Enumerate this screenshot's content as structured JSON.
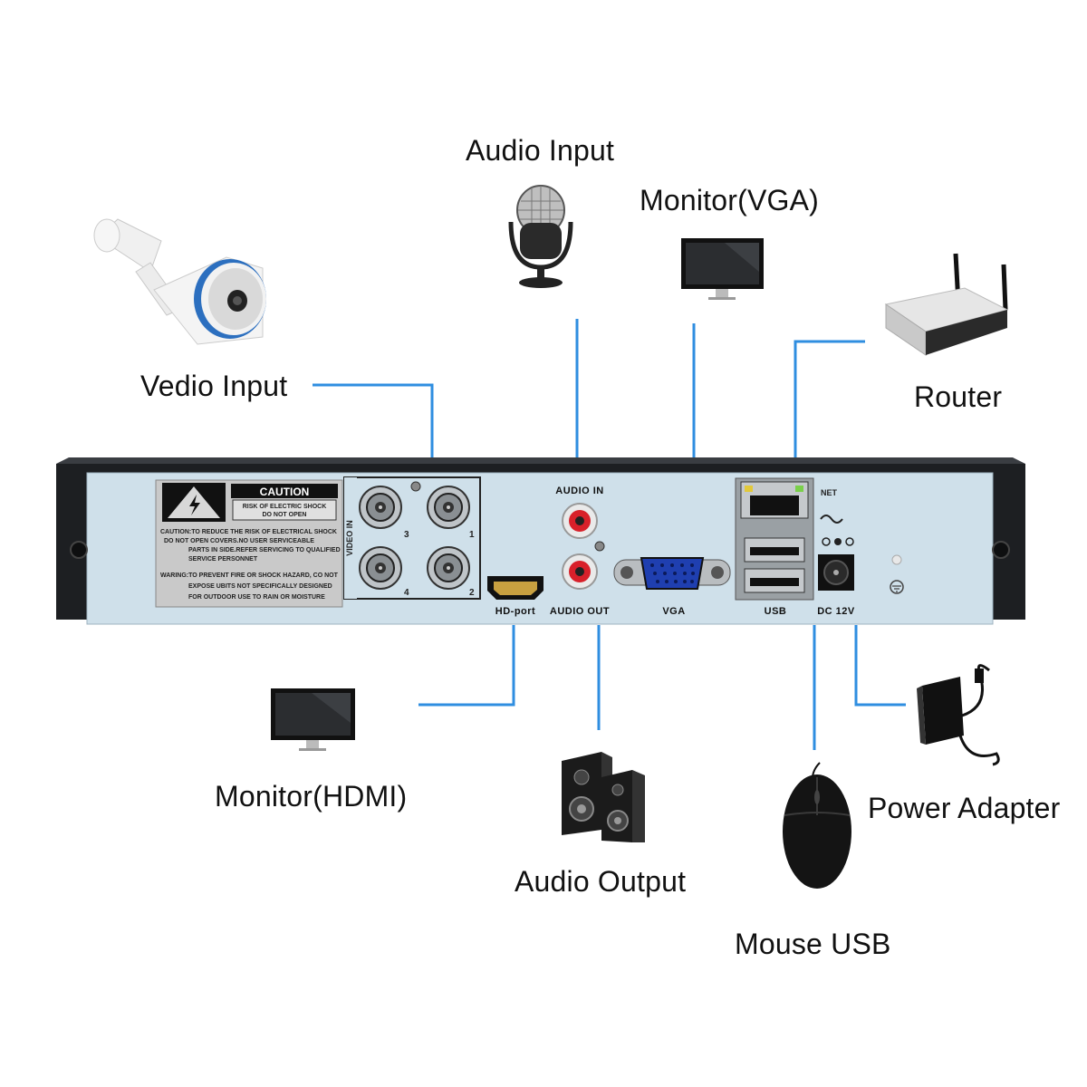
{
  "labels": {
    "audio_input": "Audio Input",
    "monitor_vga": "Monitor(VGA)",
    "vedio_input": "Vedio Input",
    "router": "Router",
    "monitor_hdmi": "Monitor(HDMI)",
    "audio_output": "Audio Output",
    "mouse_usb": "Mouse USB",
    "power_adapter": "Power Adapter"
  },
  "panel": {
    "caution_title": "CAUTION",
    "caution_sub1": "RISK OF ELECTRIC SHOCK",
    "caution_sub2": "DO NOT OPEN",
    "warning_lines": [
      "CAUTION:TO REDUCE THE RISK OF ELECTRICAL SHOCK",
      "DO NOT OPEN COVERS.NO USER SERVICEABLE",
      "PARTS IN SIDE.REFER SERVICING TO QUALIFIED",
      "SERVICE PERSONNET",
      "WARING:TO PREVENT FIRE OR SHOCK HAZARD, CO NOT",
      "EXPOSE UBITS NOT SPECIFICALLY DESIGNED",
      "FOR OUTDOOR USE TO RAIN OR MOISTURE"
    ],
    "video_in": "VIDEO IN",
    "bnc_numbers": [
      "3",
      "1",
      "4",
      "2"
    ],
    "audio_in": "AUDIO IN",
    "hd_port": "HD-port",
    "audio_out": "AUDIO OUT",
    "vga": "VGA",
    "usb": "USB",
    "net": "NET",
    "dc": "DC 12V"
  },
  "colors": {
    "connector_line": "#2f8ee0",
    "panel_face": "#cfe0ea",
    "chassis": "#1d1f22"
  }
}
